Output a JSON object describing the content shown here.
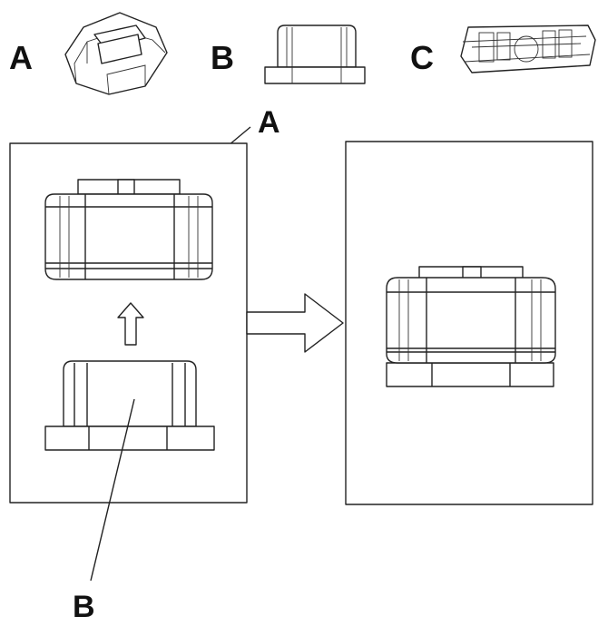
{
  "legend": [
    {
      "label": "A",
      "part": "cap-icon"
    },
    {
      "label": "B",
      "part": "base-icon"
    },
    {
      "label": "C",
      "part": "insert-icon"
    }
  ],
  "callouts": {
    "top_label": "A",
    "bottom_label": "B"
  },
  "colors": {
    "line": "#222222",
    "background": "#ffffff"
  }
}
